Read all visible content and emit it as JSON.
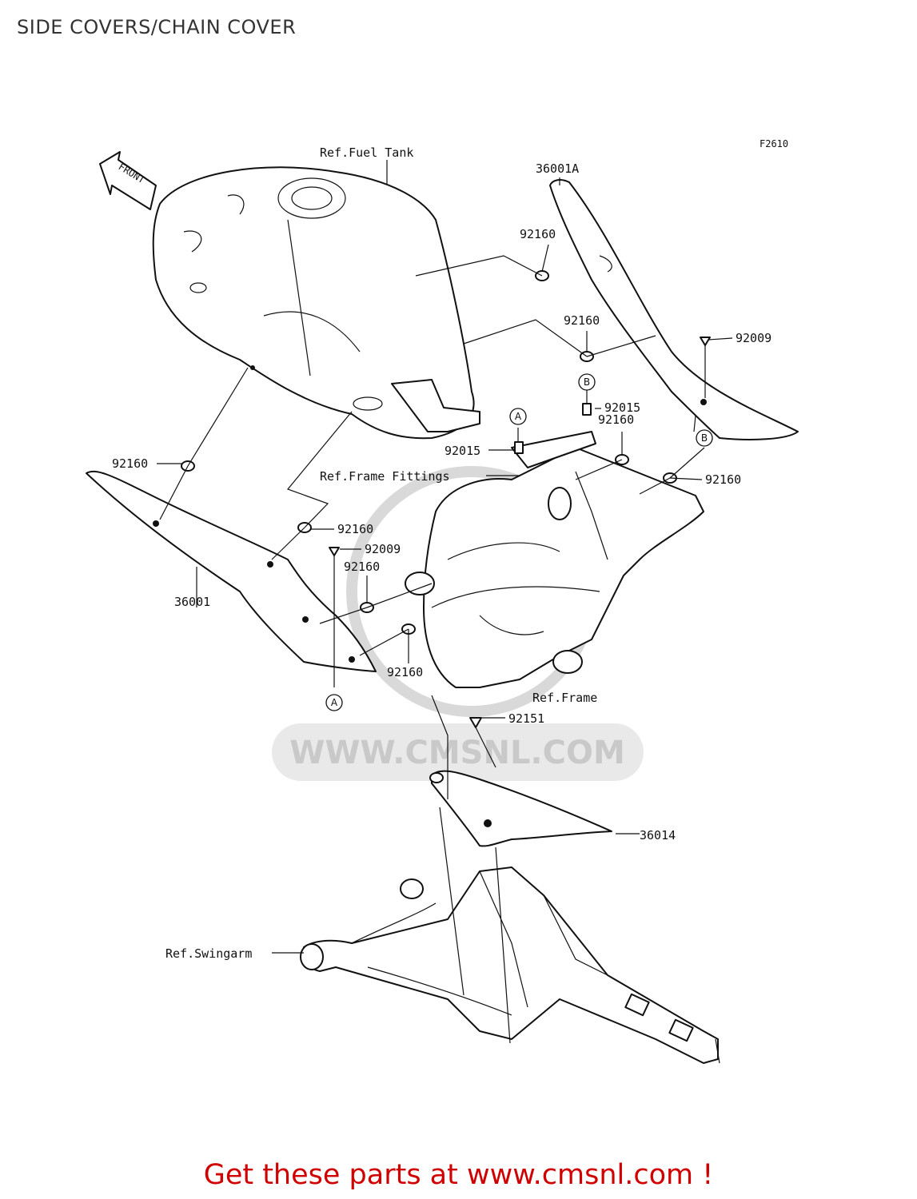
{
  "page": {
    "title": "SIDE COVERS/CHAIN COVER",
    "footer_text": "Get these parts at www.cmsnl.com !",
    "footer_color": "#d10000"
  },
  "diagram": {
    "figure_code": "F2610",
    "front_label": "FRONT",
    "watermark": "WWW.CMSNL.COM",
    "reference_labels": {
      "fuel_tank": "Ref.Fuel Tank",
      "frame_fittings": "Ref.Frame Fittings",
      "frame": "Ref.Frame",
      "swingarm": "Ref.Swingarm"
    },
    "part_numbers": {
      "p36001A": "36001A",
      "p92160_a": "92160",
      "p92160_b": "92160",
      "p92009_right": "92009",
      "p92015_right": "92015",
      "p92160_c": "92160",
      "p92160_d": "92160",
      "p92015_left": "92015",
      "p92160_left_top": "92160",
      "p92160_mid": "92160",
      "p92009_left": "92009",
      "p92160_mid2": "92160",
      "p36001": "36001",
      "p92160_low": "92160",
      "p92151": "92151",
      "p36014": "36014"
    },
    "callouts": {
      "a_top": "A",
      "a_bottom": "A",
      "b_top": "B",
      "b_right": "B"
    }
  }
}
